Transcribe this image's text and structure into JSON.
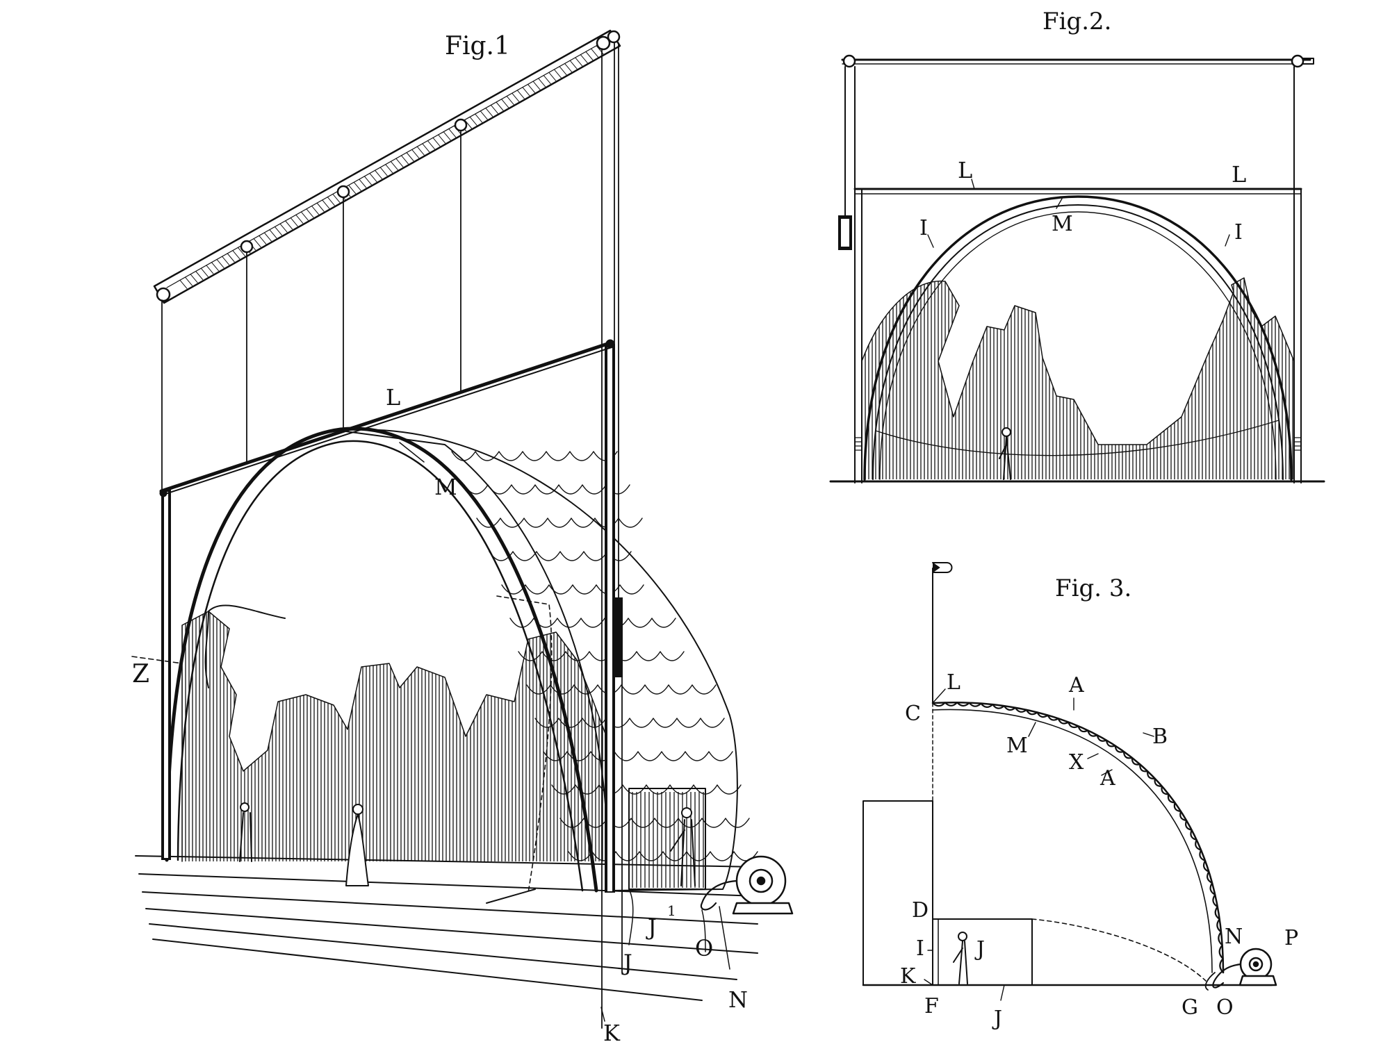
{
  "figures": {
    "fig1": {
      "title": "Fig.1",
      "labels": {
        "L": "L",
        "M": "M",
        "Z": "Z",
        "J": "J",
        "J1": "J",
        "J1sup": "1",
        "O": "O",
        "N": "N",
        "K": "K"
      }
    },
    "fig2": {
      "title": "Fig.2.",
      "labels": {
        "L_left": "L",
        "L_right": "L",
        "M": "M",
        "I_left": "I",
        "I_right": "I"
      }
    },
    "fig3": {
      "title": "Fig. 3.",
      "labels": {
        "L": "L",
        "C": "C",
        "A_top": "A",
        "M": "M",
        "B": "B",
        "X": "X",
        "A_lower": "A",
        "D": "D",
        "I": "I",
        "J_inner": "J",
        "K": "K",
        "F": "F",
        "J_bottom": "J",
        "N": "N",
        "P": "P",
        "G": "G",
        "O": "O"
      }
    }
  },
  "colors": {
    "ink": "#111111",
    "paper": "#ffffff"
  }
}
